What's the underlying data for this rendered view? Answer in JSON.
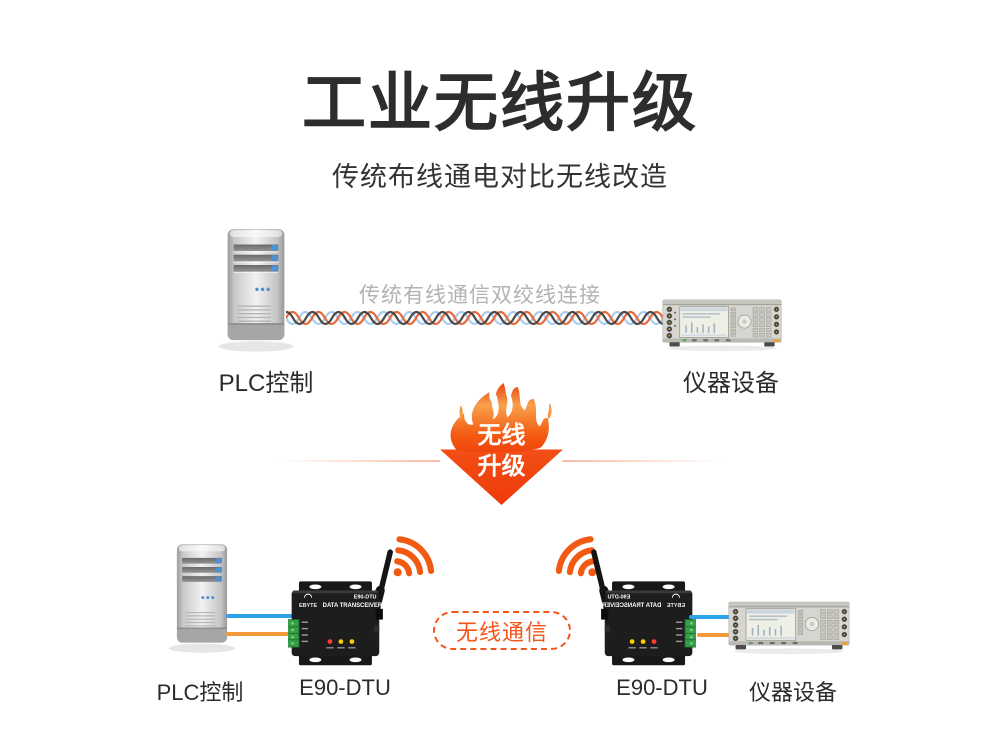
{
  "header": {
    "title": "工业无线升级",
    "subtitle": "传统布线通电对比无线改造"
  },
  "wired": {
    "cable_label": "传统有线通信双绞线连接",
    "plc_label": "PLC控制",
    "instrument_label": "仪器设备"
  },
  "badge": {
    "line1": "无线",
    "line2": "升级"
  },
  "wireless": {
    "plc_label": "PLC控制",
    "dtu_left_label": "E90-DTU",
    "dtu_right_label": "E90-DTU",
    "instrument_label": "仪器设备",
    "pill_label": "无线通信"
  },
  "device_print": {
    "brand": "EBYTE",
    "product": "DATA TRANSCEIVER",
    "model": "E90-DTU"
  },
  "colors": {
    "title_color": "#2d2d2d",
    "muted_gray": "#b3b3b3",
    "accent_orange": "#f4510f",
    "wifi_orange": "#f25a12",
    "wire_blue": "#2aa3e8",
    "wire_orange": "#f59a3b",
    "cable_orange": "#e8693c",
    "cable_blue": "#a9cdf0",
    "cable_dark": "#4a4a4a",
    "device_body": "#1d1d1d",
    "terminal_green": "#35a047"
  }
}
